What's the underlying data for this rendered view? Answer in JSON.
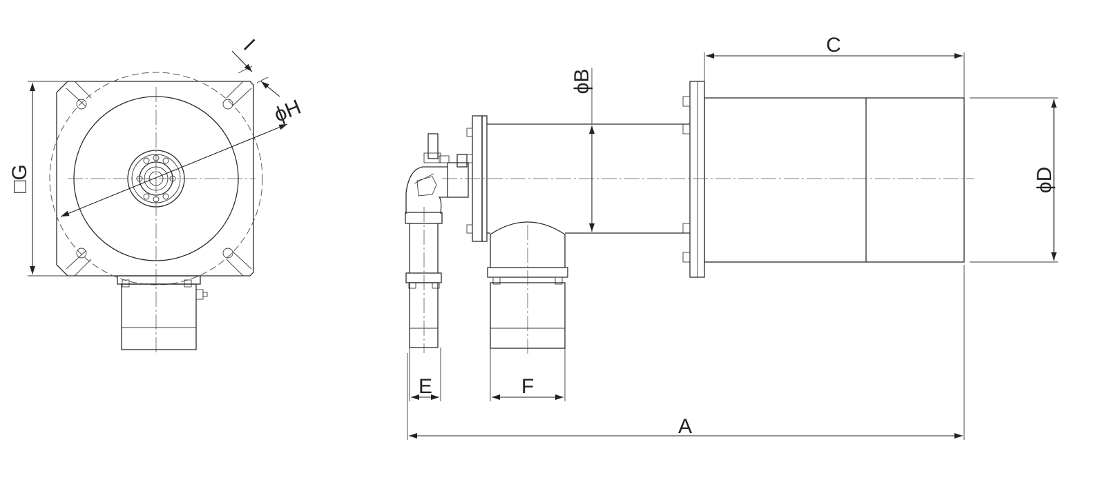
{
  "drawing": {
    "dimension_labels": {
      "a": "A",
      "b": "ϕB",
      "c": "C",
      "d": "ϕD",
      "e": "E",
      "f": "F",
      "g": "□G",
      "h": "ϕH",
      "i": "I"
    }
  }
}
